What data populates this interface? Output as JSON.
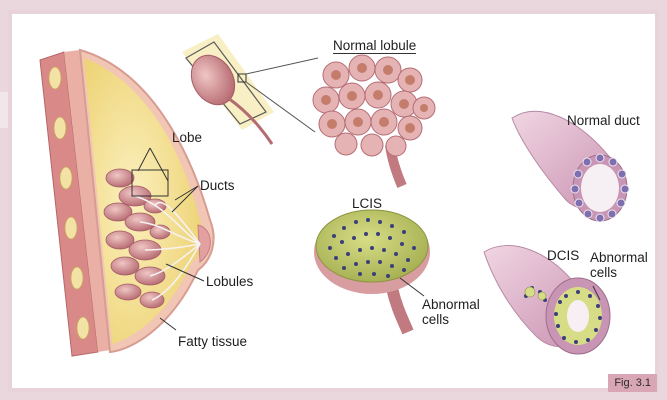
{
  "labels": {
    "normal_lobule": "Normal lobule",
    "lobe": "Lobe",
    "ducts": "Ducts",
    "lobules": "Lobules",
    "fatty_tissue": "Fatty tissue",
    "lcis": "LCIS",
    "abnormal_cells_lcis": "Abnormal\ncells",
    "normal_duct": "Normal duct",
    "dcis": "DCIS",
    "abnormal_cells_dcis": "Abnormal\ncells"
  },
  "figure_caption": "Fig. 3.1",
  "colors": {
    "frame": "#e9d3da",
    "tissue_pink": "#c9868b",
    "fat_yellow": "#f4e29b",
    "duct_lilac": "#d9a9c4",
    "abnormal_cell": "#c8d36a",
    "nucleus": "#3b3f7a"
  }
}
